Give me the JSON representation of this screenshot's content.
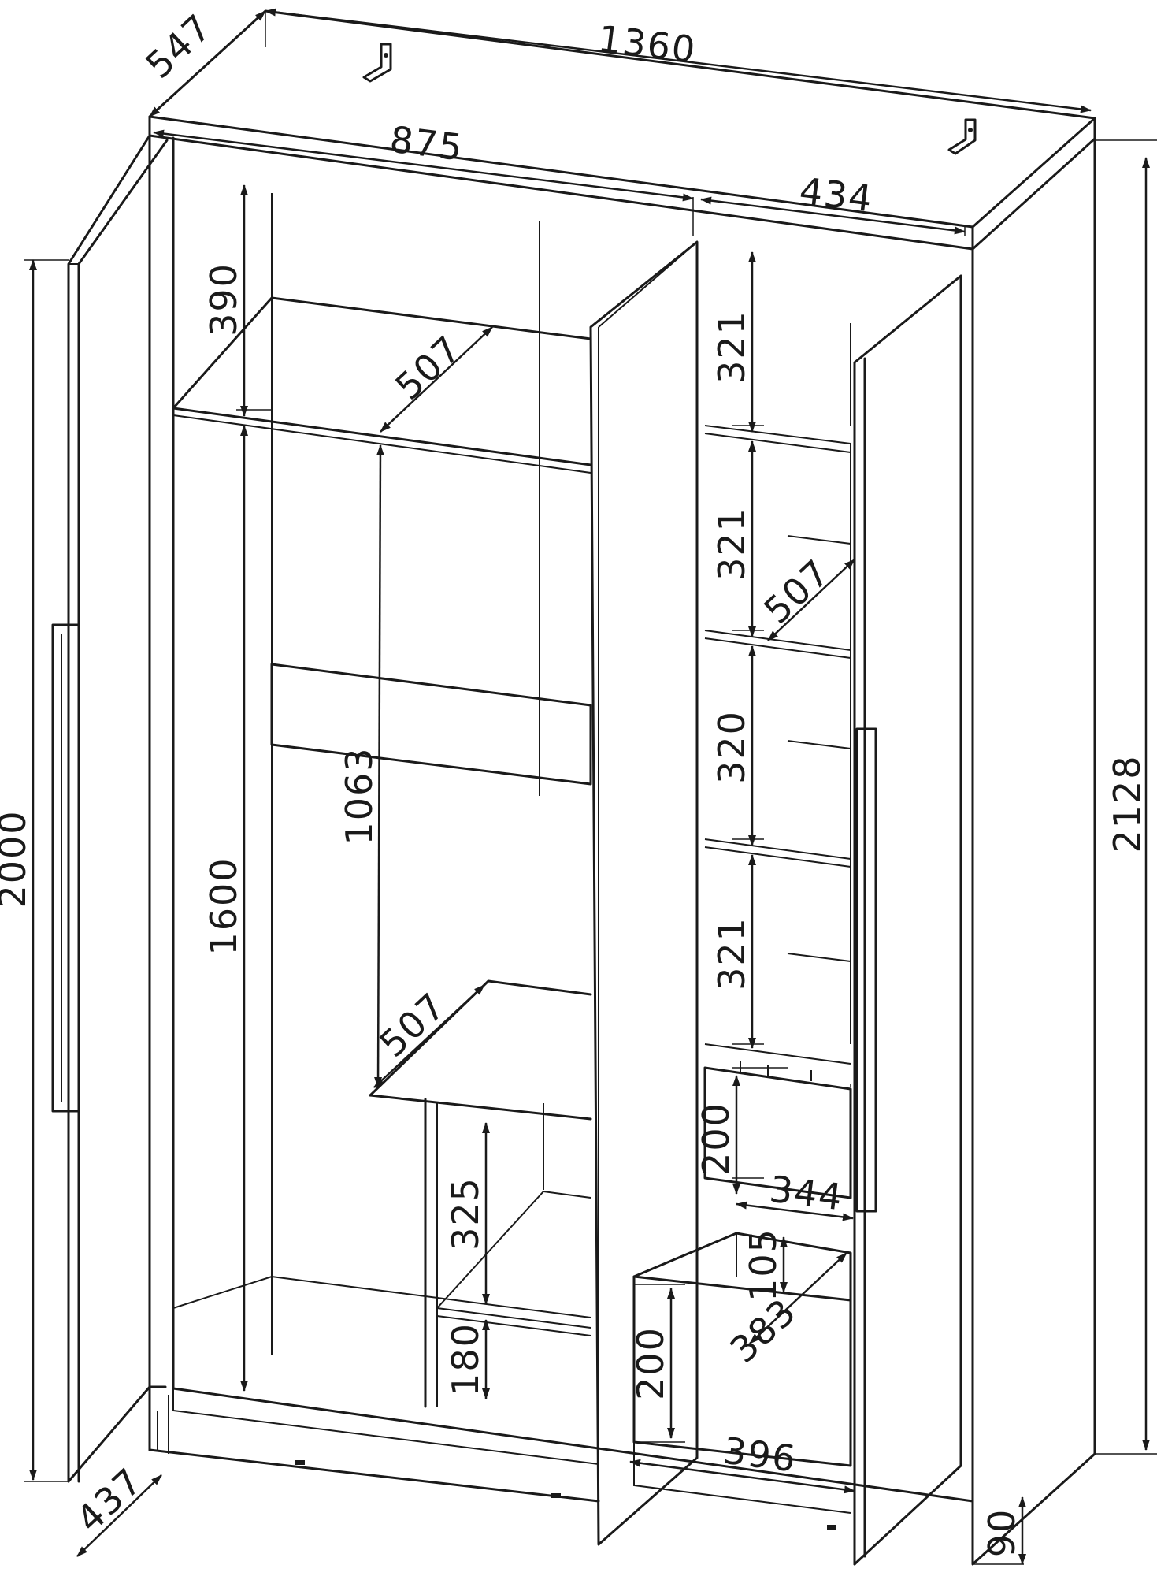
{
  "dimensions": {
    "width_total": "1360",
    "depth_total": "547",
    "width_left": "875",
    "width_right": "434",
    "height_total": "2128",
    "door_height": "2000",
    "top_shelf_height": "390",
    "hanging_height": "1600",
    "rail_height": "1063",
    "shelf_depth_top": "507",
    "shelf_depth_mid": "507",
    "shelf_depth_right": "507",
    "lower_shelf_1": "325",
    "lower_shelf_2": "180",
    "right_shelf_1": "321",
    "right_shelf_2": "321",
    "right_shelf_3": "320",
    "right_shelf_4": "321",
    "drawer_upper_height": "200",
    "drawer_inner_width": "344",
    "drawer_inner_height": "105",
    "drawer_inner_depth": "383",
    "drawer_lower_height": "200",
    "drawer_lower_width": "396",
    "door_depth": "437",
    "plinth_height": "90"
  }
}
